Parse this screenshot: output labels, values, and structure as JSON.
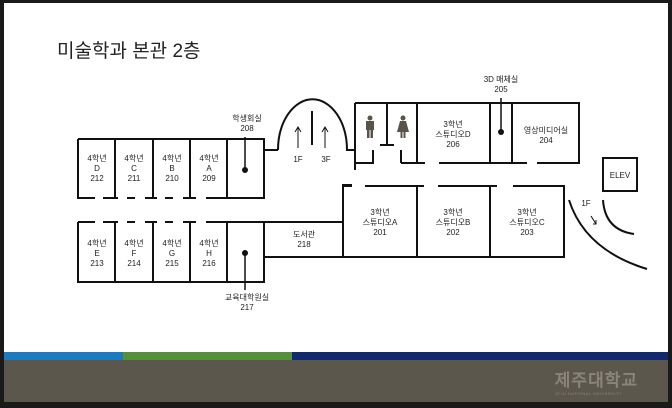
{
  "title": "미술학과 본관 2층",
  "rooms": {
    "r212": [
      "4학년",
      "D",
      "212"
    ],
    "r211": [
      "4학년",
      "C",
      "211"
    ],
    "r210": [
      "4학년",
      "B",
      "210"
    ],
    "r209": [
      "4학년",
      "A",
      "209"
    ],
    "r213": [
      "4학년",
      "E",
      "213"
    ],
    "r214": [
      "4학년",
      "F",
      "214"
    ],
    "r215": [
      "4학년",
      "G",
      "215"
    ],
    "r216": [
      "4학년",
      "H",
      "216"
    ],
    "r208": [
      "학생회실",
      "208"
    ],
    "r217": [
      "교육대학원실",
      "217"
    ],
    "r218": [
      "도서관",
      "218"
    ],
    "r205": [
      "3D 매체실",
      "205"
    ],
    "r206": [
      "3학년",
      "스튜디오D",
      "206"
    ],
    "r204": [
      "영상미디어실",
      "204"
    ],
    "r201": [
      "3학년",
      "스튜디오A",
      "201"
    ],
    "r202": [
      "3학년",
      "스튜디오B",
      "202"
    ],
    "r203": [
      "3학년",
      "스튜디오C",
      "203"
    ]
  },
  "stairs": {
    "up1": "1F",
    "up3": "3F",
    "down": "1F"
  },
  "elevator": "ELEV",
  "icons": {
    "men": "male-restroom-icon",
    "women": "female-restroom-icon"
  },
  "stripe_colors": [
    "#1b7ac0",
    "#57903a",
    "#12296e"
  ],
  "footer": {
    "logo_korean": "제주대학교",
    "logo_english": "JEJU NATIONAL UNIVERSITY",
    "background": "#5c574c"
  }
}
